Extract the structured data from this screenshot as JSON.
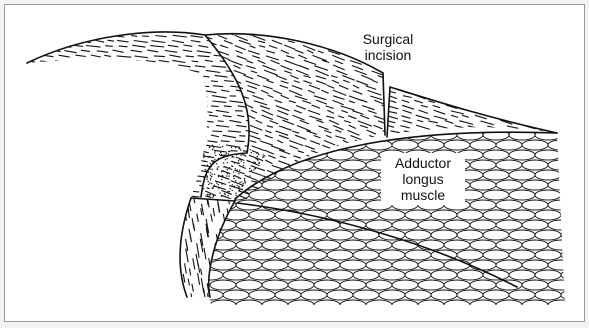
{
  "labels": {
    "incision_line1": "Surgical",
    "incision_line2": "incision",
    "muscle_line1": "Adductor",
    "muscle_line2": "longus",
    "muscle_line3": "muscle"
  },
  "colors": {
    "ink": "#111111",
    "background": "#ffffff",
    "frame": "#9a9a9a"
  }
}
